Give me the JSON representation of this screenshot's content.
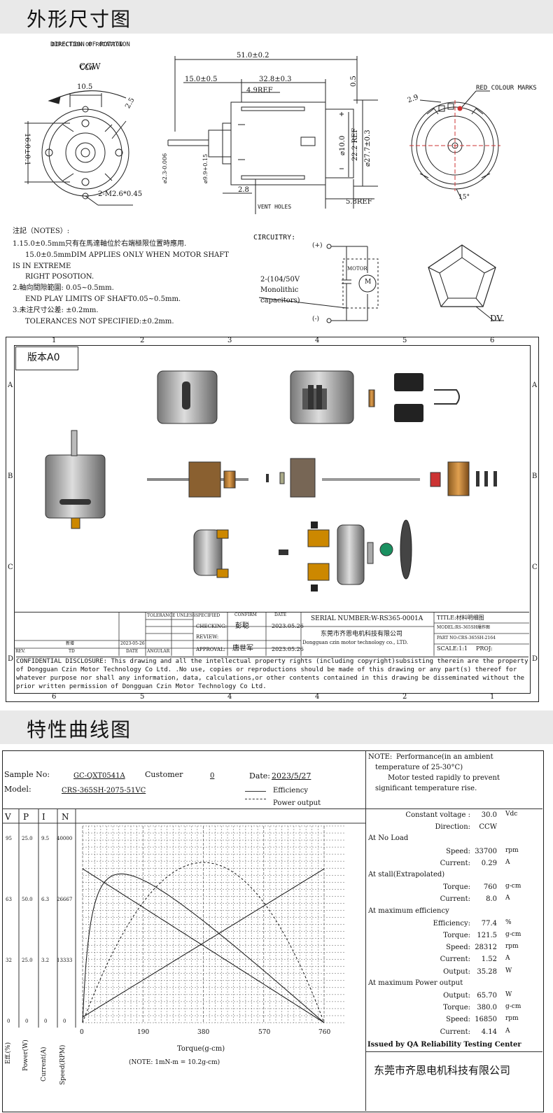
{
  "section1": {
    "title": "外形尺寸图"
  },
  "dims": {
    "direction_label": "DIRECTION OF ROTATION",
    "ccw": "CCW",
    "d_10_5": "10.5",
    "d_16": "16.0±0.1",
    "d_r2_5": "2.5",
    "holes": "2-M2.6*0.45",
    "d_51": "51.0±0.2",
    "d_15": "15.0±0.5",
    "d_32_8": "32.8±0.3",
    "d_4_9": "4.9REF",
    "d_0_5": "0.5",
    "d_10": "⌀10.0",
    "d_22_2": "22.2 REF",
    "d_27_7": "⌀27.7±0.3",
    "d_2_3": "⌀2.3-0.006",
    "d_9_9": "⌀9.9+0.15",
    "d_2_8": "2.8",
    "vent": "VENT HOLES",
    "d_5_8": "5.8REF",
    "d_2_9": "2.9",
    "red_marks": "RED COLOUR MARKS",
    "d_15deg": "15°"
  },
  "notes": {
    "title": "注記（NOTES）:",
    "l1": "1.15.0±0.5mm只有在馬達軸位於右端極限位置時應用.",
    "l2": "15.0±0.5mmDIM APPLIES ONLY WHEN MOTOR SHAFT",
    "l3": "IS IN EXTREME",
    "l4": "RIGHT POSOTION.",
    "l5": "2.軸向間隙範圍: 0.05~0.5mm.",
    "l6": "END PLAY LIMITS OF SHAFT0.05~0.5mm.",
    "l7": "3.未注尺寸公差: ±0.2mm.",
    "l8": "TOLERANCES NOT SPECIFIED:±0.2mm."
  },
  "circuit": {
    "title": "CIRCUITRY:",
    "plus": "(+)",
    "minus": "(-)",
    "motor": "MOTOR",
    "m": "M",
    "cap1": "2-(104/50V",
    "cap2": "Monolithic",
    "cap3": "capacitors)",
    "dv": "DV"
  },
  "drawing": {
    "cols_top": [
      "1",
      "2",
      "3",
      "4",
      "5",
      "6"
    ],
    "cols_bottom": [
      "6",
      "5",
      "4",
      "4",
      "2",
      "1"
    ],
    "rows": [
      "A",
      "B",
      "C",
      "D"
    ],
    "version": "版本A0",
    "tolerance_label": "TOLERANCE UNLESSSPECIFIED",
    "confirm": "CONFIRM",
    "date": "DATE",
    "checking": "CHECKING:",
    "checker": "彭聪",
    "check_date": "2023.05.26",
    "review": "REVIEW:",
    "approval": "APPROVAL:",
    "approver": "唐世军",
    "approve_date": "2023.05.26",
    "rev": "REV.",
    "td": "TD",
    "date2": "DATE",
    "angular": "ANGULAR",
    "rev_text": "新增",
    "rev_date": "2023-05-26",
    "serial": "SERIAL NUMBER:W-RS365-0001A",
    "company_cn": "东莞市齐恩电机科技有限公司",
    "company_en": "Dongguan czin motor technology co., LTD.",
    "title_label": "TITLE:材料明细图",
    "model": "MODEL:RS-365SH爆炸图",
    "part_no": "PART NO:CRS-365SH-2164",
    "scale": "SCALE:1:1",
    "proj": "PROJ:",
    "confidential": "CONFIDENTIAL DISCLOSURE: This drawing and all the intellectual property rights (including copyright)subsisting therein are the property of Dongguan Czin Motor Technology Co Ltd.  .No use, copies or reproductions should be made of this drawing or any part(s) thereof for whatever purpose nor shall any information, data, calculations,or other contents contained in this drawing be disseminated without the prior written permission of Dongguan Czin Motor Technology Co Ltd."
  },
  "section2": {
    "title": "特性曲线图"
  },
  "curve": {
    "sample_label": "Sample No:",
    "sample_value": "GC-QXT0541A",
    "customer_label": "Customer",
    "customer_value": "0",
    "date_label": "Date:",
    "date_value": "2023/5/27",
    "model_label": "Model:",
    "model_value": "CRS-365SH-2075-51VC",
    "efficiency": "Efficiency",
    "power_output": "Power output",
    "col_heads": [
      "V",
      "P",
      "I",
      "N"
    ],
    "eff_ticks": [
      "95",
      "63",
      "32",
      "0"
    ],
    "p_ticks": [
      "25.0",
      "50.0",
      "25.0",
      "0"
    ],
    "i_ticks": [
      "9.5",
      "6.3",
      "3.2",
      "0"
    ],
    "n_ticks": [
      "40000",
      "26667",
      "13333",
      "0"
    ],
    "x_ticks": [
      "0",
      "190",
      "380",
      "570",
      "760"
    ],
    "vert_labels": [
      "Eff.(%)",
      "Power(W)",
      "Current(A)",
      "Speed(RPM)"
    ],
    "x_label": "Torque(g-cm)",
    "note": "(NOTE: 1mN-m = 10.2g-cm)"
  },
  "perf": {
    "note_label": "NOTE:",
    "note1": "Performance(in an ambient",
    "note2": "temperature of 25-30°C)",
    "note3": "Motor tested rapidly to prevent",
    "note4": "significant temperature rise.",
    "rows": [
      {
        "label": "Constant voltage :",
        "value": "30.0",
        "unit": "Vdc"
      },
      {
        "label": "Direction:",
        "value": "CCW",
        "unit": ""
      }
    ],
    "no_load": "At No Load",
    "no_load_rows": [
      {
        "label": "Speed:",
        "value": "33700",
        "unit": "rpm"
      },
      {
        "label": "Current:",
        "value": "0.29",
        "unit": "A"
      }
    ],
    "stall": "At stall(Extrapolated)",
    "stall_rows": [
      {
        "label": "Torque:",
        "value": "760",
        "unit": "g-cm"
      },
      {
        "label": "Current:",
        "value": "8.0",
        "unit": "A"
      }
    ],
    "maxeff": "At maximum efficiency",
    "maxeff_rows": [
      {
        "label": "Efficiency:",
        "value": "77.4",
        "unit": "%"
      },
      {
        "label": "Torque:",
        "value": "121.5",
        "unit": "g-cm"
      },
      {
        "label": "Speed:",
        "value": "28312",
        "unit": "rpm"
      },
      {
        "label": "Current:",
        "value": "1.52",
        "unit": "A"
      },
      {
        "label": "Output:",
        "value": "35.28",
        "unit": "W"
      }
    ],
    "maxpow": "At maximum Power output",
    "maxpow_rows": [
      {
        "label": "Output:",
        "value": "65.70",
        "unit": "W"
      },
      {
        "label": "Torque:",
        "value": "380.0",
        "unit": "g-cm"
      },
      {
        "label": "Speed:",
        "value": "16850",
        "unit": "rpm"
      },
      {
        "label": "Current:",
        "value": "4.14",
        "unit": "A"
      }
    ],
    "issued": "Issued by QA Reliability Testing Center",
    "company": "东莞市齐恩电机科技有限公司"
  }
}
